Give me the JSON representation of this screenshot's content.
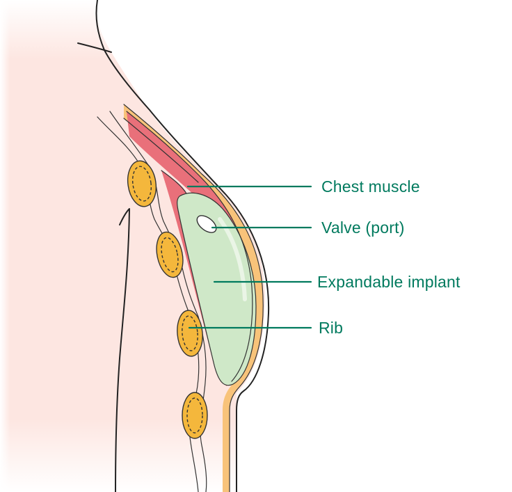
{
  "labels": {
    "chest_muscle": "Chest muscle",
    "valve": "Valve (port)",
    "implant": "Expandable implant",
    "rib": "Rib"
  },
  "colors": {
    "skin": "#fde6e1",
    "fat_layer": "#f8c37a",
    "muscle": "#e9707a",
    "implant": "#cfe8c8",
    "rib": "#f4b73c",
    "label": "#007a5e"
  }
}
